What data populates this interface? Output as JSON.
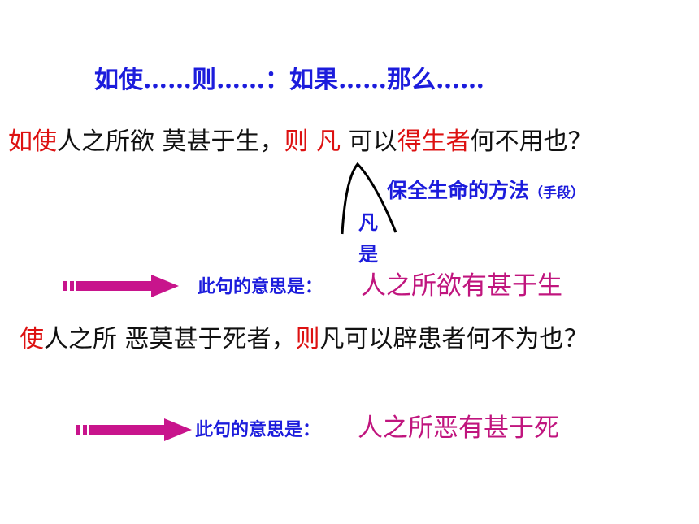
{
  "title": "如使……则……：如果……那么……",
  "sentence1": {
    "p1": "如使",
    "p2": "人之所欲 莫甚于生，",
    "p3": "则 凡",
    "p4": " 可以",
    "p5": "得生者",
    "p6": "何不用也？"
  },
  "annotation": {
    "main": "保全生命的方法",
    "paren": "（手段）",
    "char1": "凡",
    "char2": "是"
  },
  "meaning1": {
    "label": "此句的意思是：",
    "text": "人之所欲有甚于生"
  },
  "sentence2": {
    "p1": "使",
    "p2": "人之所 恶莫甚于死者，",
    "p3": "则",
    "p4": "凡可以辟患者何不为也？"
  },
  "meaning2": {
    "label": "此句的意思是：",
    "text": "人之所恶有甚于死"
  },
  "colors": {
    "title_blue": "#1c1cdc",
    "highlight_red": "#dd1111",
    "meaning_magenta": "#c0157e",
    "arrow_magenta": "#c8148c"
  }
}
